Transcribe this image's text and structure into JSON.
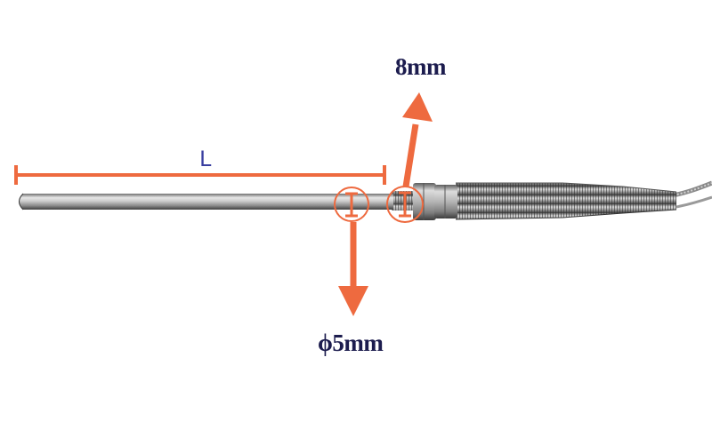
{
  "labels": {
    "length": "L",
    "thread_diameter": "8mm",
    "probe_diameter": "ϕ5mm"
  },
  "colors": {
    "annotation": "#ee6a3f",
    "label_text": "#1c1c4e",
    "length_label": "#3a3fa0",
    "background": "#ffffff"
  }
}
